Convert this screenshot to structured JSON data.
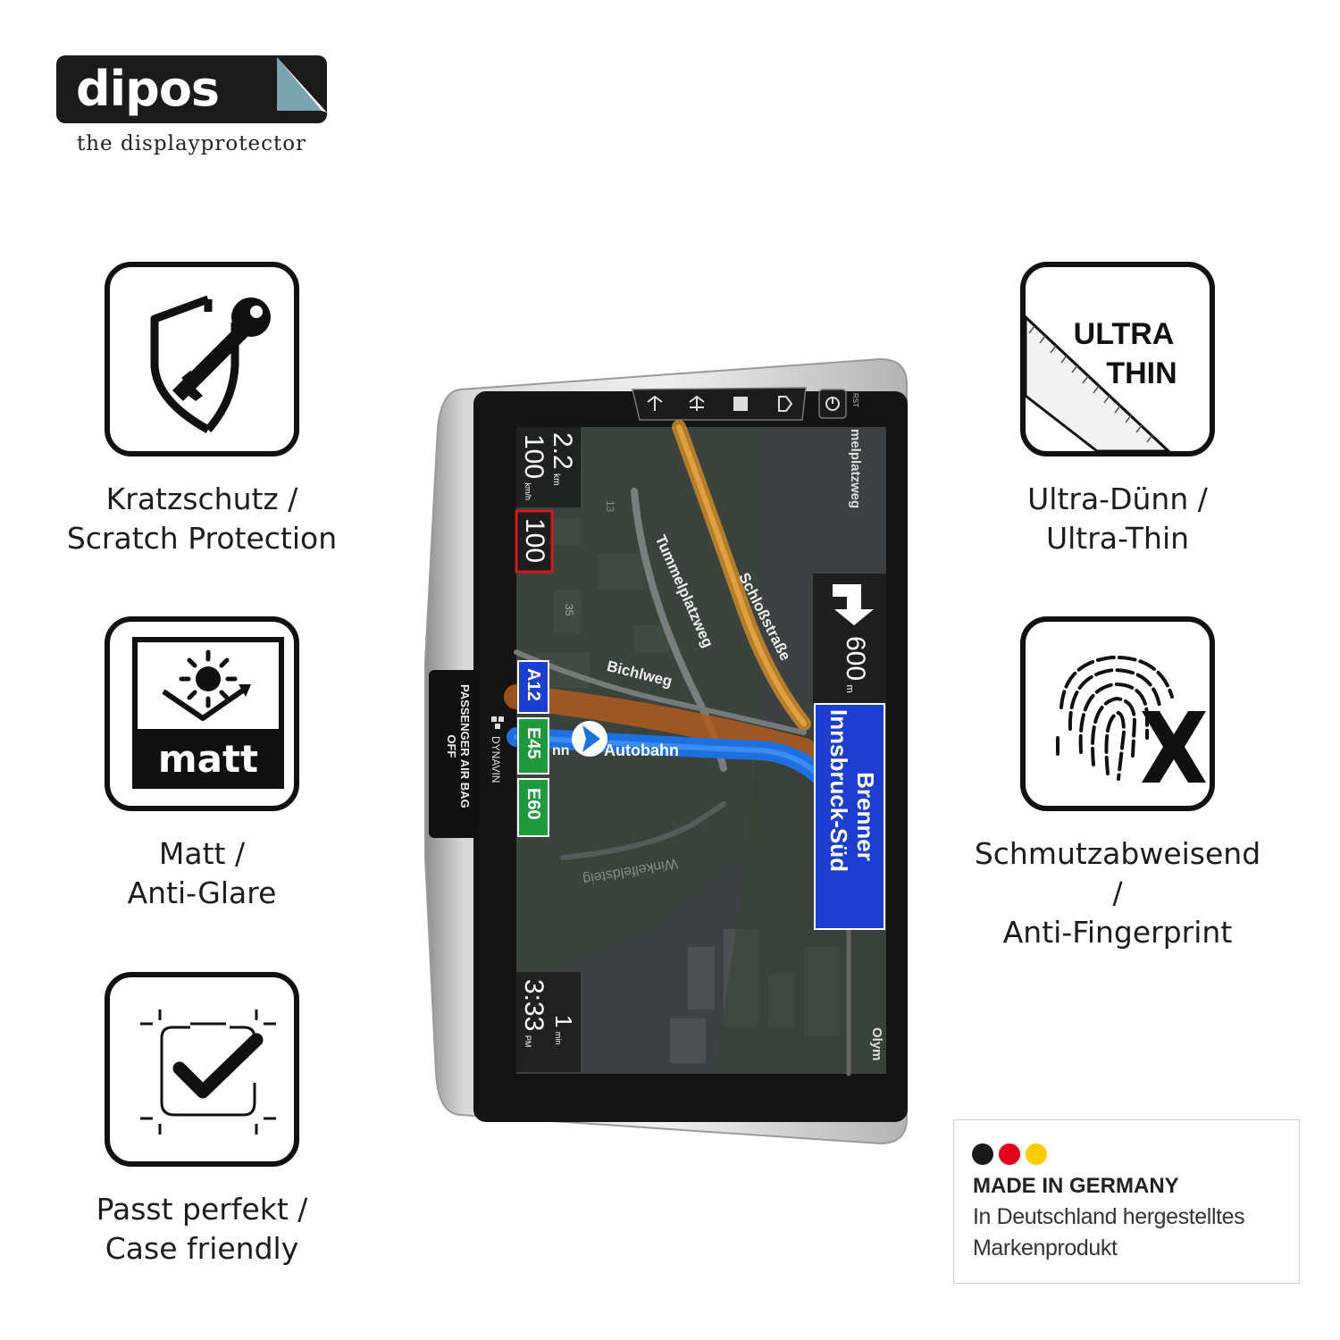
{
  "brand": {
    "name": "dipos",
    "tagline": "the displayprotector"
  },
  "features": [
    {
      "icon": "shield-key-icon",
      "line1": "Kratzschutz /",
      "line2": "Scratch Protection"
    },
    {
      "icon": "matt-sun-icon",
      "line1": "Matt /",
      "line2": "Anti-Glare",
      "badge": "matt"
    },
    {
      "icon": "frame-check-icon",
      "line1": "Passt perfekt /",
      "line2": "Case friendly"
    },
    {
      "icon": "ruler-ultra-thin-icon",
      "line1": "Ultra-Dünn /",
      "line2": "Ultra-Thin",
      "badge1": "ULTRA",
      "badge2": "THIN"
    },
    {
      "icon": "fingerprint-x-icon",
      "line1": "Schmutzabweisend /",
      "line2": "Anti-Fingerprint"
    }
  ],
  "device": {
    "airbag_line1": "PASSENGER AIR BAG",
    "airbag_line2": "OFF",
    "brand": "DYNAVIN",
    "reset_label": "RST",
    "nav": {
      "distance_value": "2.2",
      "distance_unit": "km",
      "speed_value": "100",
      "speed_unit": "km/h",
      "speed_limit": "100",
      "turn_distance": "600",
      "turn_unit": "m",
      "sign_line1": "Brenner",
      "sign_line2": "Innsbruck-Süd",
      "road_badges": [
        "A12",
        "E45",
        "E60"
      ],
      "street_labels": [
        "Tummelplatzweg",
        "Schloßstraße",
        "Bichlweg",
        "Autobahn",
        "Winkelfeldsteig",
        "melplatzweg",
        "Olym",
        "nn"
      ],
      "map_numbers": [
        "13",
        "35"
      ],
      "eta_time": "3:33",
      "eta_ampm": "PM",
      "eta_minutes": "1",
      "eta_unit": "min"
    }
  },
  "made_in": {
    "flag_colors": [
      "#1a1a1a",
      "#e2001a",
      "#ffcc00"
    ],
    "title": "MADE IN GERMANY",
    "line1": "In Deutschland hergestelltes",
    "line2": "Markenprodukt"
  },
  "colors": {
    "route_blue": "#1e6fe0",
    "route_orange": "#d46a1f",
    "sign_blue": "#1c3ecf",
    "badge_green": "#1e9a3c"
  }
}
